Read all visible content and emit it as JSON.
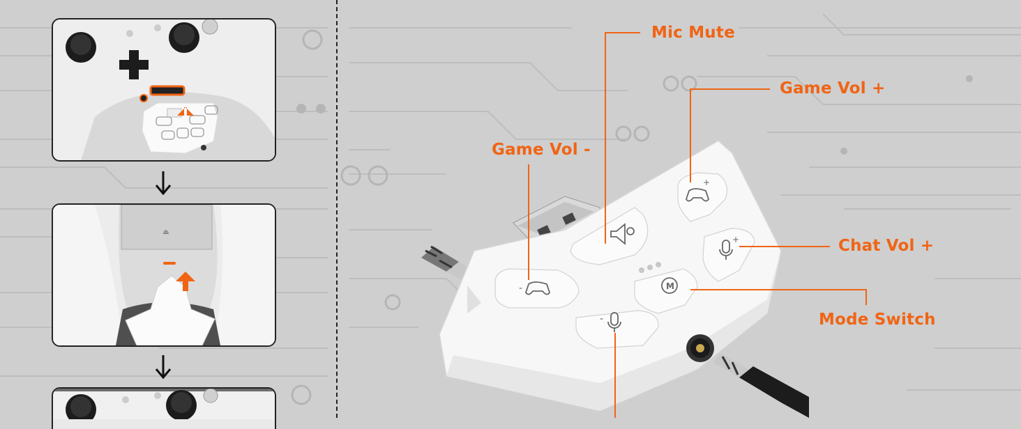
{
  "callouts": {
    "mic_mute": "Mic Mute",
    "game_vol_plus": "Game Vol +",
    "game_vol_minus": "Game Vol -",
    "chat_vol_plus": "Chat Vol +",
    "mode_switch": "Mode Switch"
  },
  "device_buttons": {
    "game_vol_minus_sign": "-",
    "chat_vol_minus_sign": "-",
    "game_vol_plus_sign": "+",
    "chat_vol_plus_sign": "+",
    "mode_letter": "M"
  },
  "colors": {
    "accent": "#f06414",
    "background": "#cfcfcf",
    "device_white": "#f7f7f7",
    "outline": "#222222"
  },
  "icons": [
    "gamepad-icon",
    "speaker-mute-icon",
    "microphone-icon",
    "mode-m-icon",
    "arrow-down-icon",
    "arrow-up-icon"
  ]
}
